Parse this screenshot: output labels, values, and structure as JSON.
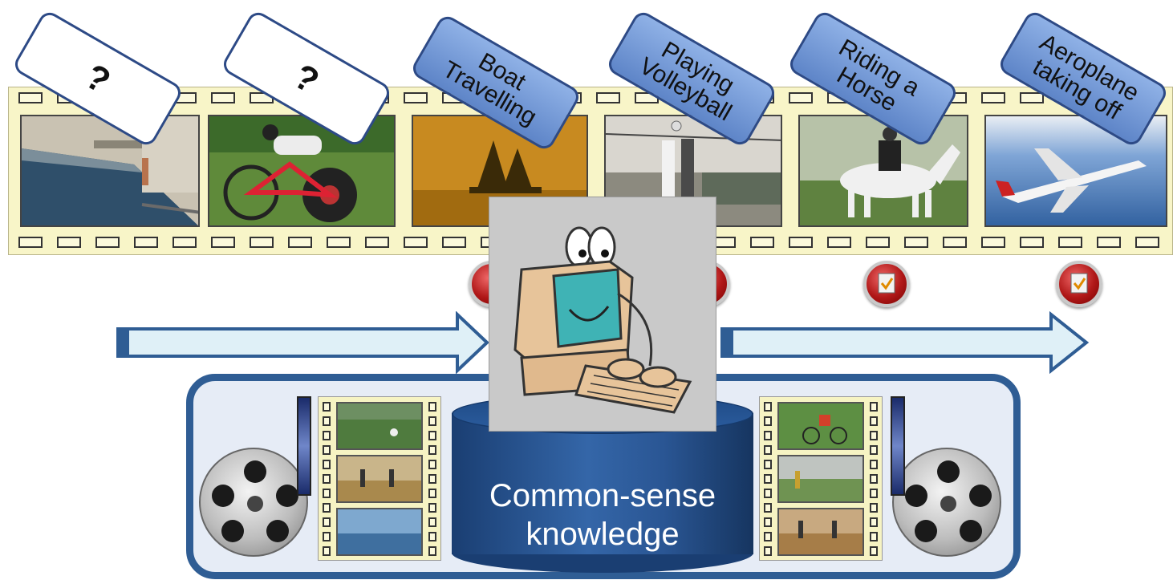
{
  "tags": [
    {
      "text": "?",
      "kind": "unknown"
    },
    {
      "text": "?",
      "kind": "unknown"
    },
    {
      "text": "Boat\nTravelling",
      "kind": "known"
    },
    {
      "text": "Playing\nVolleyball",
      "kind": "known"
    },
    {
      "text": "Riding a\nHorse",
      "kind": "known"
    },
    {
      "text": "Aeroplane\ntaking off",
      "kind": "known"
    }
  ],
  "frames": [
    {
      "scene": "diving-pool",
      "colors": [
        "#7b8e9a",
        "#2f4f6a",
        "#c9c2b2"
      ]
    },
    {
      "scene": "cyclist",
      "colors": [
        "#5f8a3a",
        "#3c6a2a",
        "#c2c7b8"
      ]
    },
    {
      "scene": "boat-sepia",
      "colors": [
        "#c88a20",
        "#a16b10",
        "#3a2a08"
      ]
    },
    {
      "scene": "volleyball",
      "colors": [
        "#d9d6cf",
        "#8c8a7f",
        "#5e6a5a"
      ]
    },
    {
      "scene": "horse-riding",
      "colors": [
        "#b7c2a8",
        "#5f8240",
        "#f0f0f0"
      ]
    },
    {
      "scene": "aeroplane",
      "colors": [
        "#2f5f9e",
        "#7fa5d6",
        "#e9eef4"
      ]
    }
  ],
  "knowledge_base": {
    "label": "Common-sense\nknowledge"
  }
}
